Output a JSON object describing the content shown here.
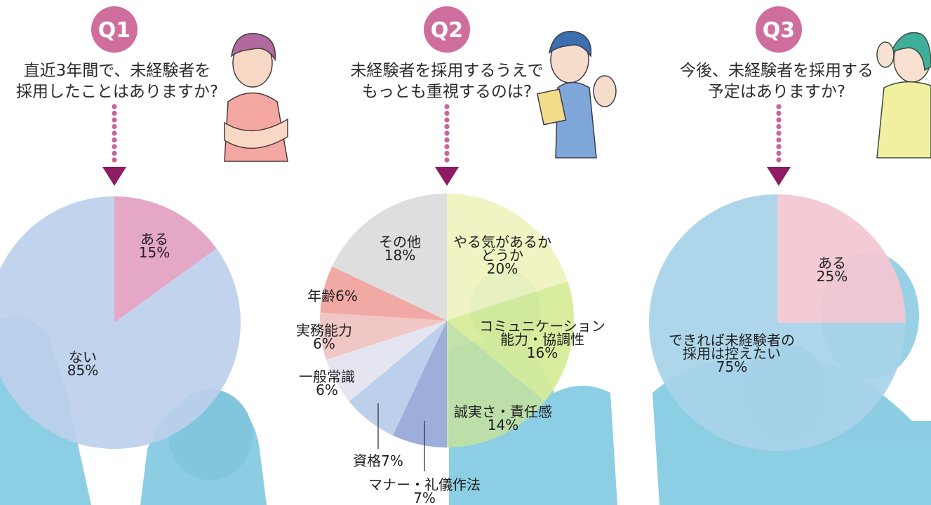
{
  "colors": {
    "badge": "#cf6d9c",
    "arrow": "#8e1c62",
    "dots": "#c9649a",
    "photo": "#86cbe3"
  },
  "questions": [
    {
      "badge": "Q1",
      "lines": [
        "直近3年間で、未経験者を",
        "採用したことはありますか?"
      ]
    },
    {
      "badge": "Q2",
      "lines": [
        "未経験者を採用するうえで",
        "もっとも重視するのは?"
      ]
    },
    {
      "badge": "Q3",
      "lines": [
        "今後、未経験者を採用する",
        "予定はありますか?"
      ]
    }
  ],
  "chart_data": [
    {
      "type": "pie",
      "slices": [
        {
          "label": "ある",
          "value": 15,
          "value_text": "15%",
          "color": "#e2a1c2"
        },
        {
          "label": "ない",
          "value": 85,
          "value_text": "85%",
          "color": "#bcd0ec"
        }
      ]
    },
    {
      "type": "pie",
      "slices": [
        {
          "label": "やる気があるか どうか",
          "value": 20,
          "value_text": "20%",
          "color": "#eef3bd"
        },
        {
          "label": "コミュニケーション 能力・協調性",
          "value": 16,
          "value_text": "16%",
          "color": "#d6ec98"
        },
        {
          "label": "誠実さ・責任感",
          "value": 14,
          "value_text": "14%",
          "color": "#c0e0a6"
        },
        {
          "label": "マナー・礼儀作法",
          "value": 7,
          "value_text": "7%",
          "color": "#97a8d8"
        },
        {
          "label": "資格",
          "value": 7,
          "value_text": "7%",
          "color": "#b7cbea"
        },
        {
          "label": "一般常識",
          "value": 6,
          "value_text": "6%",
          "color": "#e3e3f0"
        },
        {
          "label": "実務能力",
          "value": 6,
          "value_text": "6%",
          "color": "#efc3c0"
        },
        {
          "label": "年齢",
          "value": 6,
          "value_text": "6%",
          "color": "#f0a29e"
        },
        {
          "label": "その他",
          "value": 18,
          "value_text": "18%",
          "color": "#dcdcdc"
        }
      ]
    },
    {
      "type": "pie",
      "slices": [
        {
          "label": "ある",
          "value": 25,
          "value_text": "25%",
          "color": "#f3c6d2"
        },
        {
          "label": "できれば未経験者の 採用は控えたい",
          "value": 75,
          "value_text": "75%",
          "color": "#a8d3ea"
        }
      ]
    }
  ]
}
